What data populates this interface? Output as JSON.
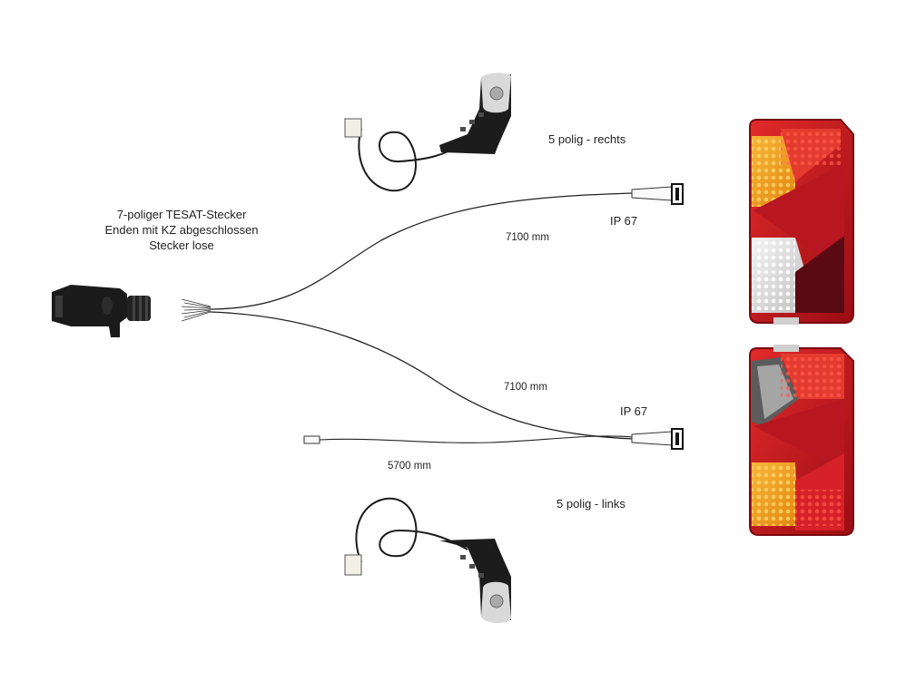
{
  "plug": {
    "lines": [
      "7-poliger TESAT-Stecker",
      "Enden mit KZ abgeschlossen",
      "Stecker lose"
    ]
  },
  "right": {
    "label": "5 polig - rechts",
    "length": "7100 mm",
    "ip": "IP 67"
  },
  "left": {
    "label": "5 polig - links",
    "length": "7100 mm",
    "ip": "IP 67"
  },
  "marker_cable": {
    "length": "5700 mm"
  },
  "colors": {
    "lamp_red": "#c8121a",
    "lamp_dark": "#5a0a12",
    "amber": "#f09a1c",
    "clear": "#e8e8e8",
    "connector_black": "#1a1a1a"
  }
}
